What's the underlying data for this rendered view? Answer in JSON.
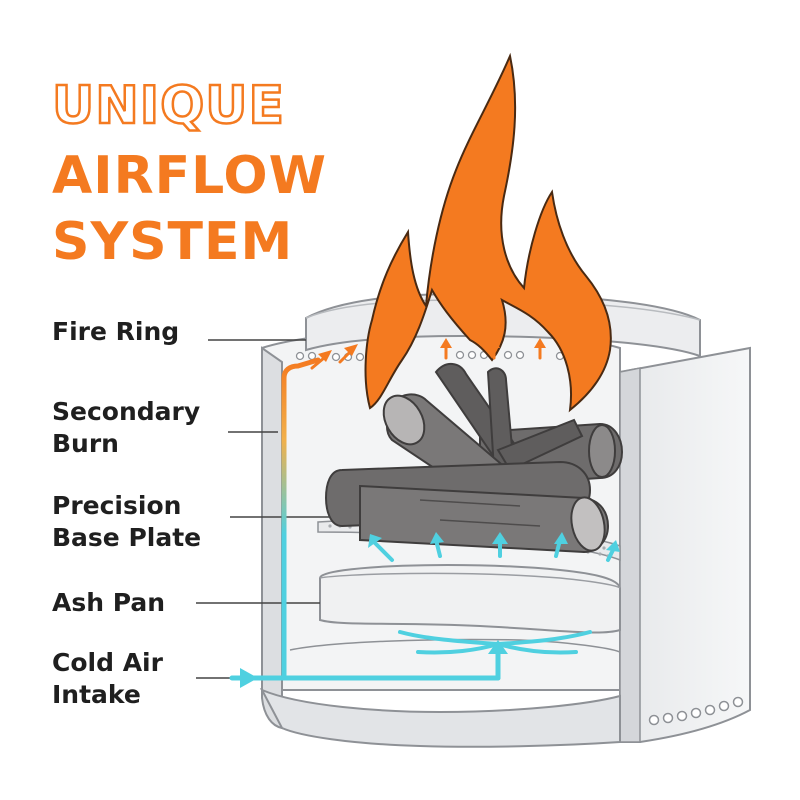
{
  "title": {
    "line1": "UNIQUE",
    "line2": "AIRFLOW",
    "line3": "SYSTEM"
  },
  "labels": {
    "fire_ring": "Fire Ring",
    "secondary_burn_1": "Secondary",
    "secondary_burn_2": "Burn",
    "base_plate_1": "Precision",
    "base_plate_2": "Base Plate",
    "ash_pan": "Ash Pan",
    "cold_air_1": "Cold Air",
    "cold_air_2": "Intake"
  },
  "colors": {
    "accent_orange": "#F47A20",
    "cold_air_cyan": "#4FD0E0",
    "steel_light": "#EDEEF0",
    "steel_mid": "#D6D8DB",
    "steel_dark": "#B8BBBF",
    "log_gray": "#6E6C6C",
    "text": "#1F1F1F"
  },
  "icons": [
    "flame-icon",
    "log-icon",
    "arrow-up-icon",
    "arrow-right-icon"
  ]
}
